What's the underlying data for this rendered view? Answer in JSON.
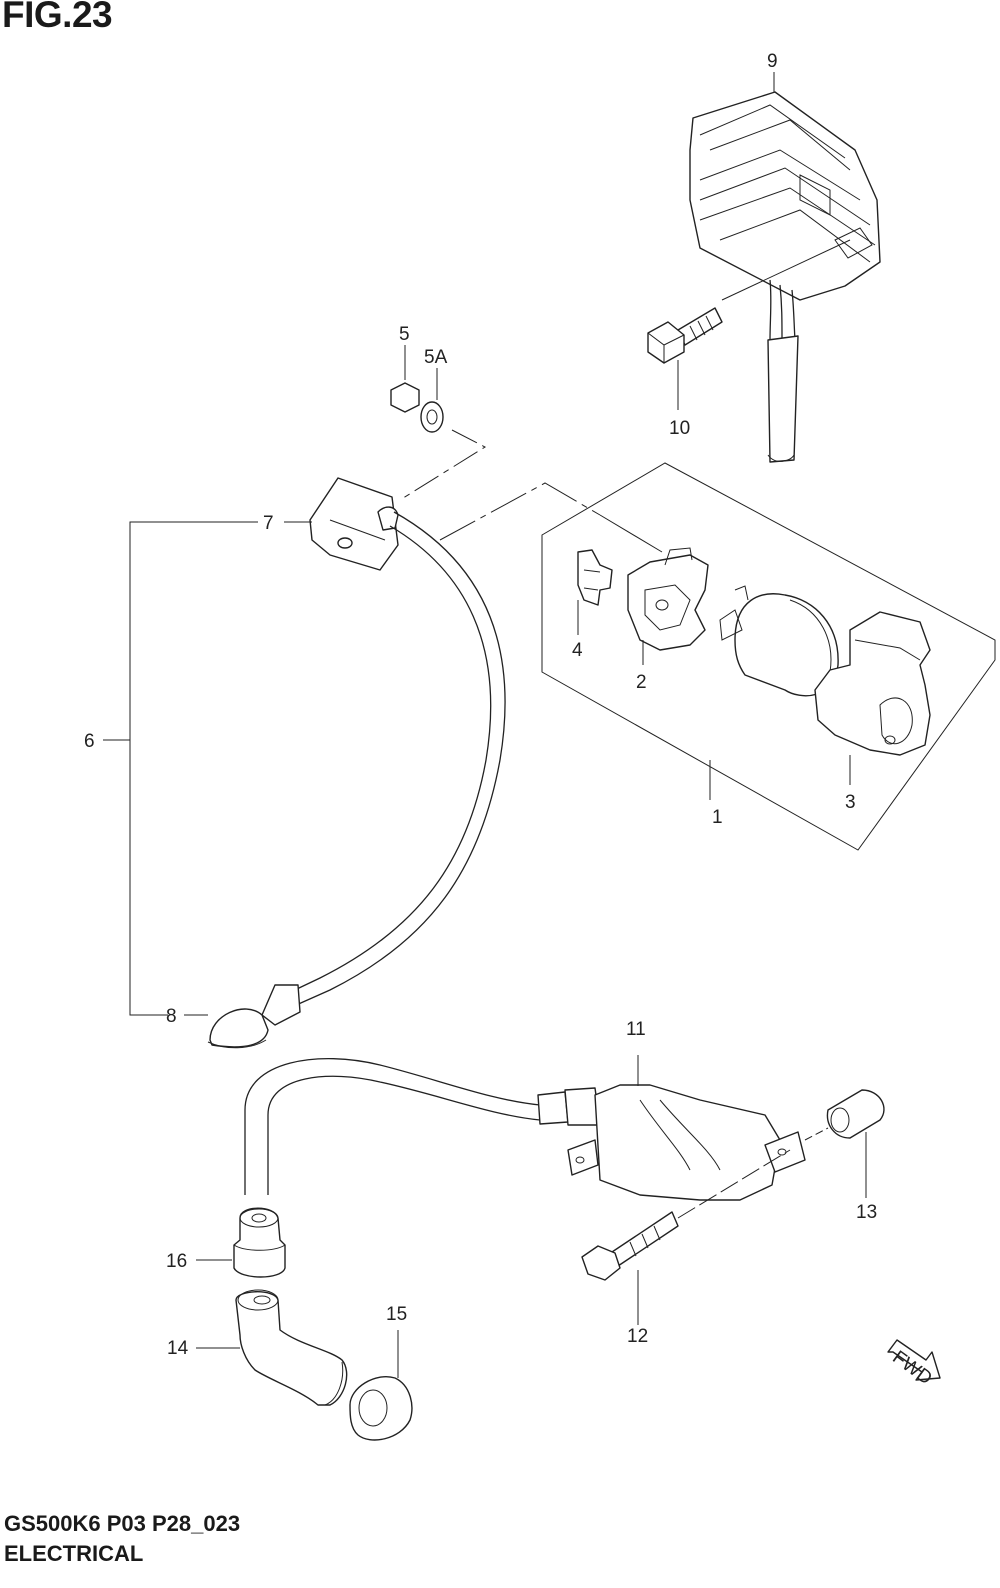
{
  "figure": {
    "title": "FIG.23",
    "model_code": "GS500K6 P03 P28_023",
    "section": "ELECTRICAL"
  },
  "part_labels": [
    "1",
    "2",
    "3",
    "4",
    "5",
    "5A",
    "6",
    "7",
    "8",
    "9",
    "10",
    "11",
    "12",
    "13",
    "14",
    "15",
    "16"
  ],
  "direction_badge": "FWD"
}
